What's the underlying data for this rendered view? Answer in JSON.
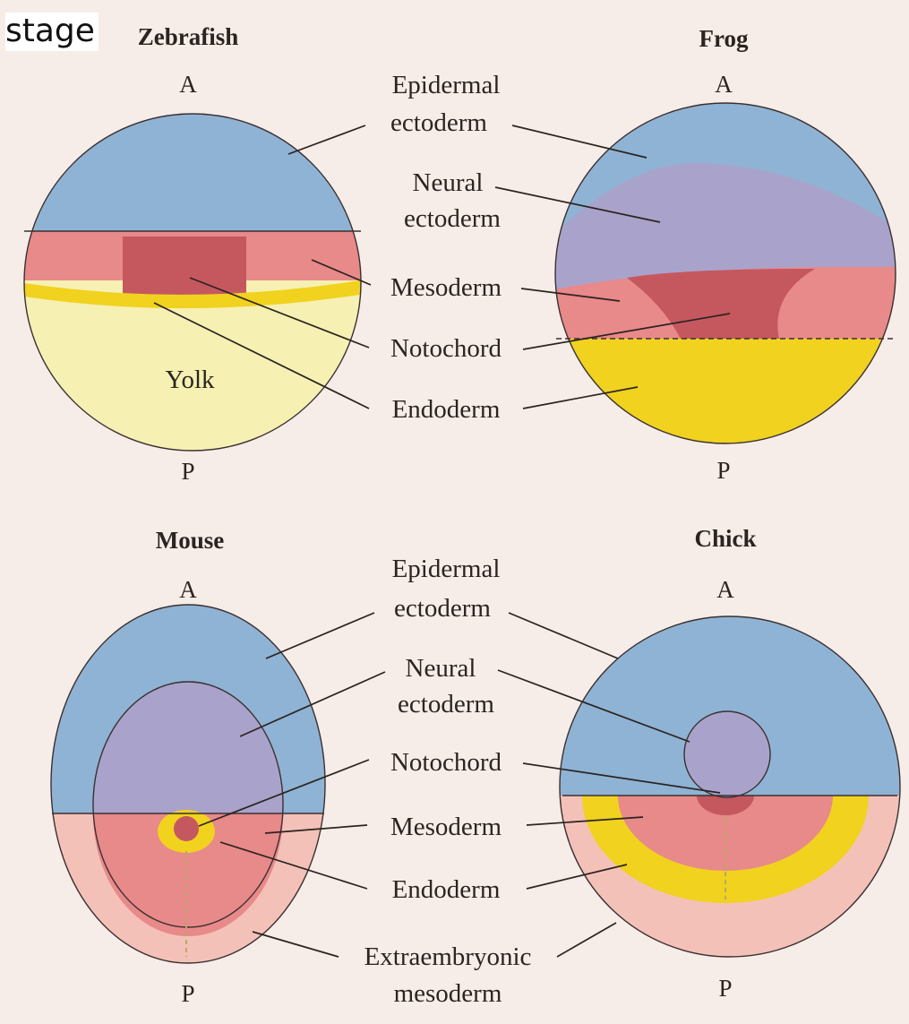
{
  "slide_word": "stage",
  "panels": {
    "zebrafish": {
      "title": "Zebrafish",
      "anterior": "A",
      "posterior": "P",
      "yolk": "Yolk"
    },
    "frog": {
      "title": "Frog",
      "anterior": "A",
      "posterior": "P"
    },
    "mouse": {
      "title": "Mouse",
      "anterior": "A",
      "posterior": "P"
    },
    "chick": {
      "title": "Chick",
      "anterior": "A",
      "posterior": "P"
    }
  },
  "top_labels": {
    "epidermal_1": "Epidermal",
    "epidermal_2": "ectoderm",
    "neural_1": "Neural",
    "neural_2": "ectoderm",
    "mesoderm": "Mesoderm",
    "notochord": "Notochord",
    "endoderm": "Endoderm"
  },
  "bottom_labels": {
    "epidermal_1": "Epidermal",
    "epidermal_2": "ectoderm",
    "neural_1": "Neural",
    "neural_2": "ectoderm",
    "notochord": "Notochord",
    "mesoderm": "Mesoderm",
    "endoderm": "Endoderm",
    "extraembryonic_1": "Extraembryonic",
    "extraembryonic_2": "mesoderm"
  },
  "colors": {
    "background": "#f6ede9",
    "epidermal_ectoderm": "#8fb3d4",
    "neural_ectoderm": "#a9a3cb",
    "mesoderm": "#e8898a",
    "notochord": "#c5585f",
    "endoderm": "#f0d21f",
    "yolk": "#f6f0b3",
    "extraembryonic_mesoderm": "#f4c1b8"
  }
}
